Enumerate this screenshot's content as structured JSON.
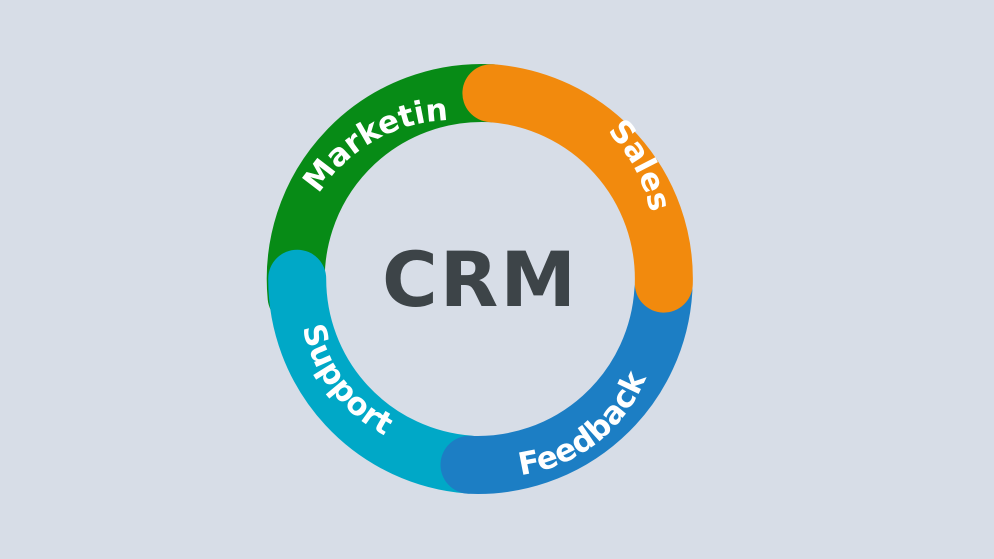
{
  "diagram": {
    "center": {
      "title": "CRM"
    },
    "segments": [
      {
        "id": "marketing",
        "label": "Marketing",
        "color": "#078b16"
      },
      {
        "id": "sales",
        "label": "Sales",
        "color": "#f28a0d"
      },
      {
        "id": "feedback",
        "label": "Feedback",
        "color": "#1c7ec4"
      },
      {
        "id": "support",
        "label": "Support",
        "color": "#00a8c7"
      }
    ]
  }
}
